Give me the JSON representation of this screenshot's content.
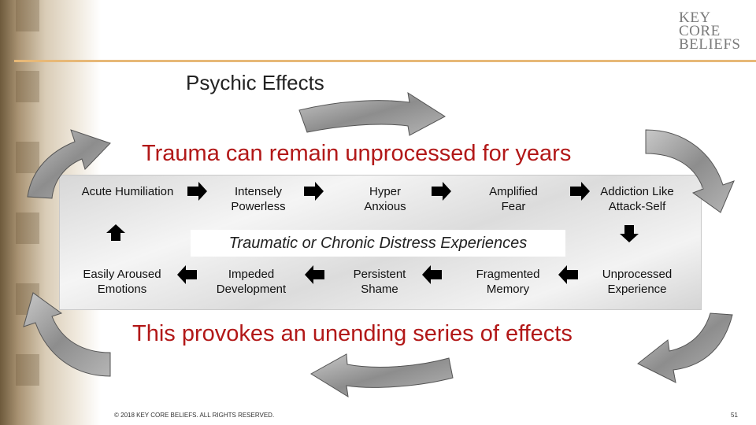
{
  "logo": {
    "lines": [
      "KEY",
      "CORE",
      "BELIEFS"
    ]
  },
  "title": "Psychic Effects",
  "headline_top": "Trauma can remain unprocessed for years",
  "center_label": "Traumatic or Chronic Distress Experiences",
  "headline_bottom": "This provokes an unending series of effects",
  "row_top": [
    {
      "l1": "Acute Humiliation",
      "l2": ""
    },
    {
      "l1": "Intensely",
      "l2": "Powerless"
    },
    {
      "l1": "Hyper",
      "l2": "Anxious"
    },
    {
      "l1": "Amplified",
      "l2": "Fear"
    },
    {
      "l1": "Addiction Like",
      "l2": "Attack-Self"
    }
  ],
  "row_bottom": [
    {
      "l1": "Easily Aroused",
      "l2": "Emotions"
    },
    {
      "l1": "Impeded",
      "l2": "Development"
    },
    {
      "l1": "Persistent",
      "l2": "Shame"
    },
    {
      "l1": "Fragmented",
      "l2": "Memory"
    },
    {
      "l1": "Unprocessed",
      "l2": "Experience"
    }
  ],
  "footer": "© 2018 KEY CORE BELIEFS. ALL RIGHTS RESERVED.",
  "page_number": "51",
  "colors": {
    "headline": "#b21818",
    "accent_rule": "#e7b877",
    "arrow": "#000000"
  }
}
